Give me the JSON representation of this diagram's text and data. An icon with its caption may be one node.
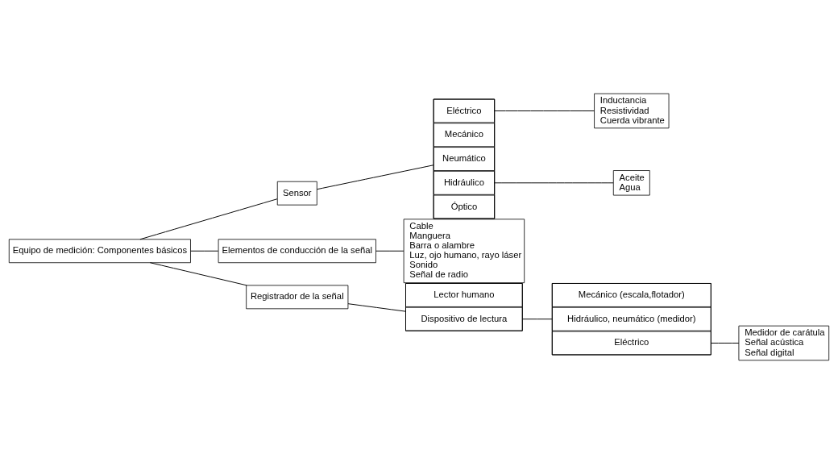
{
  "diagram": {
    "nodes": [
      {
        "text": [
          "Equipo de medición: Componentes básicos"
        ]
      },
      {
        "text": [
          "Sensor"
        ]
      },
      {
        "text": [
          "Elementos de conducción de la señal"
        ]
      },
      {
        "text": [
          "Registrador de la señal"
        ]
      },
      {
        "text": [],
        "shape": "box"
      },
      {
        "text": [
          "Eléctrico"
        ],
        "in": 4
      },
      {
        "text": [
          "Mecánico"
        ],
        "in": 4
      },
      {
        "text": [
          "Neumático"
        ],
        "in": 4
      },
      {
        "text": [
          "Hidráulico"
        ],
        "in": 4
      },
      {
        "text": [
          "Óptico"
        ],
        "in": 4
      },
      {
        "text": [
          "Inductancia",
          "Resistividad",
          "Cuerda vibrante"
        ]
      },
      {
        "text": [
          "Aceite",
          "Agua"
        ]
      },
      {
        "text": [
          "Cable",
          "Manguera",
          "Barra o alambre",
          "Luz, ojo humano, rayo láser",
          "Sonido",
          "Señal de radio"
        ]
      },
      {
        "text": [],
        "shape": "box"
      },
      {
        "text": [
          "Lector humano"
        ],
        "in": 13
      },
      {
        "text": [
          "Dispositivo de lectura"
        ],
        "in": 13
      },
      {
        "text": [],
        "shape": "box"
      },
      {
        "text": [
          "Mecánico (escala,flotador)"
        ],
        "in": 16
      },
      {
        "text": [
          "Hidráulico, neumático (medidor)"
        ],
        "in": 16
      },
      {
        "text": [
          "Eléctrico"
        ],
        "in": 16
      },
      {
        "text": [
          "Medidor de carátula",
          "Señal acústica",
          "Señal digital"
        ]
      }
    ],
    "edges": [
      {
        "from": 0,
        "to": 1,
        "arrow": "none"
      },
      {
        "from": 0,
        "to": 2,
        "arrow": "none"
      },
      {
        "from": 0,
        "to": 3,
        "arrow": "none"
      },
      {
        "from": 1,
        "to": 4,
        "arrow": "none"
      },
      {
        "from": 5,
        "to": 10,
        "arrow": "none"
      },
      {
        "from": 8,
        "to": 11,
        "arrow": "none"
      },
      {
        "from": 2,
        "to": 12,
        "arrow": "none"
      },
      {
        "from": 3,
        "to": 13,
        "arrow": "none"
      },
      {
        "from": 15,
        "to": 16,
        "arrow": "none"
      },
      {
        "from": 19,
        "to": 20,
        "arrow": "none"
      }
    ]
  }
}
